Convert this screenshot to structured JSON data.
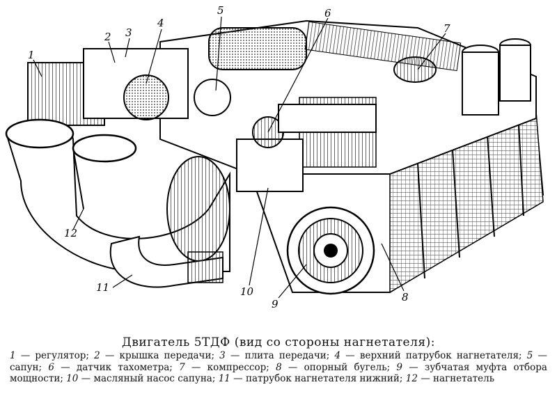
{
  "figure": {
    "alt": "engine-illustration",
    "callouts": [
      "1",
      "2",
      "3",
      "4",
      "5",
      "6",
      "7",
      "8",
      "9",
      "10",
      "11",
      "12"
    ]
  },
  "caption": {
    "title": "Двигатель 5ТДФ (вид со стороны нагнетателя):",
    "legend": [
      {
        "n": "1",
        "text": " — регулятор; "
      },
      {
        "n": "2",
        "text": " — крышка передачи; "
      },
      {
        "n": "3",
        "text": " — плита передачи; "
      },
      {
        "n": "4",
        "text": " — верхний патрубок нагнетателя; "
      },
      {
        "n": "5",
        "text": " — сапун; "
      },
      {
        "n": "6",
        "text": " — датчик тахометра; "
      },
      {
        "n": "7",
        "text": " — компрессор; "
      },
      {
        "n": "8",
        "text": " — опорный бугель; "
      },
      {
        "n": "9",
        "text": " — зубчатая муфта отбора мощности; "
      },
      {
        "n": "10",
        "text": " — масляный насос сапуна; "
      },
      {
        "n": "11",
        "text": " — патрубок нагнетателя нижний; "
      },
      {
        "n": "12",
        "text": " — нагнетатель"
      }
    ]
  }
}
